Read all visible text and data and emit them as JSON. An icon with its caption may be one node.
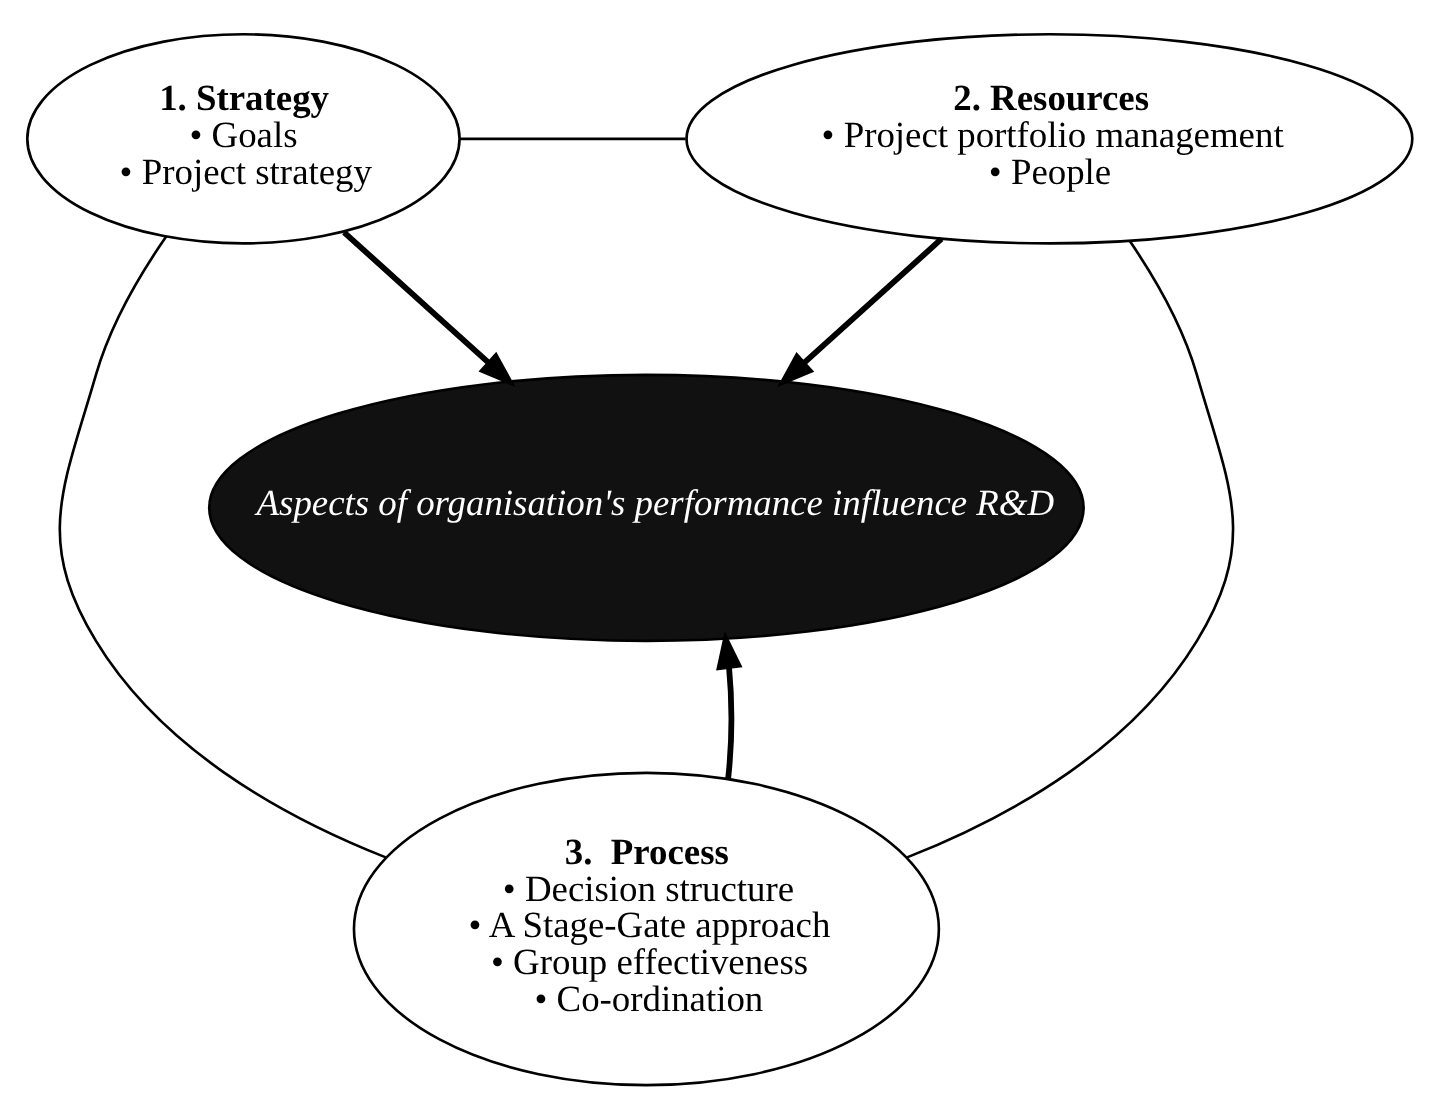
{
  "diagram": {
    "nodes": [
      {
        "text": [
          "1. Strategy",
          "• Goals",
          "• Project strategy"
        ]
      },
      {
        "text": [
          "2. Resources",
          "• Project portfolio management",
          "• People"
        ]
      },
      {
        "text": [
          "Aspects of organisation's performance influence R&D"
        ]
      },
      {
        "text": [
          "3.  Process",
          "• Decision structure",
          "• A Stage-Gate approach",
          "• Group effectiveness",
          "• Co-ordination"
        ]
      }
    ],
    "edges": [
      {
        "from": 0,
        "to": 1,
        "arrow": "none"
      },
      {
        "from": 0,
        "to": 2,
        "arrow": "to",
        "style": "thick"
      },
      {
        "from": 1,
        "to": 2,
        "arrow": "to",
        "style": "thick"
      },
      {
        "from": 0,
        "to": 3,
        "arrow": "none"
      },
      {
        "from": 1,
        "to": 3,
        "arrow": "none"
      },
      {
        "from": 3,
        "to": 2,
        "arrow": "to",
        "style": "thick"
      }
    ]
  }
}
